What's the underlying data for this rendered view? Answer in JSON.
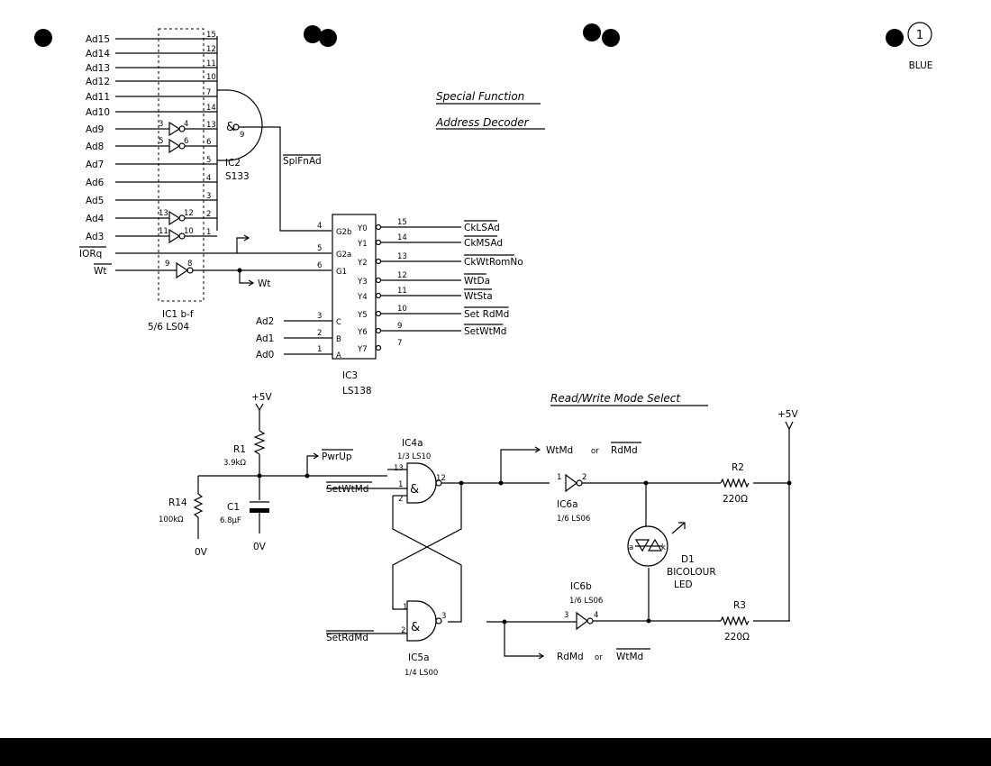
{
  "page": {
    "number": "1",
    "tag": "BLUE"
  },
  "titles": {
    "decoder_line1": "Special Function",
    "decoder_line2": "Address Decoder",
    "mode_select": "Read/Write Mode Select"
  },
  "ic1": {
    "name": "IC1 b-f",
    "type": "5/6 LS04"
  },
  "ic2": {
    "name": "IC2",
    "type": "S133",
    "symbol": "&",
    "out_pin": "9"
  },
  "ic3": {
    "name": "IC3",
    "type": "LS138"
  },
  "ic4a": {
    "name": "IC4a",
    "type": "1/3 LS10",
    "symbol": "&"
  },
  "ic5a": {
    "name": "IC5a",
    "type": "1/4 LS00",
    "symbol": "&"
  },
  "ic6a": {
    "name": "IC6a",
    "type": "1/6 LS06"
  },
  "ic6b": {
    "name": "IC6b",
    "type": "1/6 LS06"
  },
  "addr_inputs": [
    {
      "label": "Ad15",
      "pin": "15"
    },
    {
      "label": "Ad14",
      "pin": "12"
    },
    {
      "label": "Ad13",
      "pin": "11"
    },
    {
      "label": "Ad12",
      "pin": "10"
    },
    {
      "label": "Ad11",
      "pin": "7"
    },
    {
      "label": "Ad10",
      "pin": "14"
    },
    {
      "label": "Ad9",
      "pin": "13",
      "inv_in": "3",
      "inv_out": "4"
    },
    {
      "label": "Ad8",
      "pin": "6",
      "inv_in": "5",
      "inv_out": "6"
    },
    {
      "label": "Ad7",
      "pin": "5"
    },
    {
      "label": "Ad6",
      "pin": "4"
    },
    {
      "label": "Ad5",
      "pin": "3"
    },
    {
      "label": "Ad4",
      "pin": "2",
      "inv_in": "13",
      "inv_out": "12"
    },
    {
      "label": "Ad3",
      "pin": "1",
      "inv_in": "11",
      "inv_out": "10"
    }
  ],
  "control_inputs": {
    "iorq": "IORq",
    "wt": "Wt",
    "wt_inv_in": "9",
    "wt_inv_out": "8",
    "wt_out": "Wt"
  },
  "ic3_inputs": [
    {
      "pin": "4",
      "label": "G2b"
    },
    {
      "pin": "5",
      "label": "G2a"
    },
    {
      "pin": "6",
      "label": "G1"
    },
    {
      "pin": "3",
      "label": "C",
      "signal": "Ad2"
    },
    {
      "pin": "2",
      "label": "B",
      "signal": "Ad1"
    },
    {
      "pin": "1",
      "label": "A",
      "signal": "Ad0"
    }
  ],
  "ic3_outputs": [
    {
      "label": "Y0",
      "pin": "15",
      "signal": "CkLSAd"
    },
    {
      "label": "Y1",
      "pin": "14",
      "signal": "CkMSAd"
    },
    {
      "label": "Y2",
      "pin": "13",
      "signal": "CkWtRomNo"
    },
    {
      "label": "Y3",
      "pin": "12",
      "signal": "WtDa"
    },
    {
      "label": "Y4",
      "pin": "11",
      "signal": "WtSta"
    },
    {
      "label": "Y5",
      "pin": "10",
      "signal": "Set RdMd"
    },
    {
      "label": "Y6",
      "pin": "9",
      "signal": "SetWtMd"
    },
    {
      "label": "Y7",
      "pin": "7",
      "signal": ""
    }
  ],
  "signals": {
    "splfnad": "SplFnAd",
    "pwrup": "PwrUp",
    "setwtmd": "SetWtMd",
    "setrdmd": "SetRdMd",
    "wtmd_or_rdmd_a": "WtMd",
    "wtmd_or_rdmd_or": "or",
    "wtmd_or_rdmd_b": "RdMd",
    "rdmd_or_wtmd_a": "RdMd",
    "rdmd_or_wtmd_or": "or",
    "rdmd_or_wtmd_b": "WtMd"
  },
  "power": {
    "vcc_left": "+5V",
    "vcc_right": "+5V",
    "gnd_r14": "0V",
    "gnd_c1": "0V"
  },
  "components": {
    "r1": {
      "name": "R1",
      "value": "3.9kΩ"
    },
    "r14": {
      "name": "R14",
      "value": "100kΩ"
    },
    "c1": {
      "name": "C1",
      "value": "6.8µF"
    },
    "r2": {
      "name": "R2",
      "value": "220Ω"
    },
    "r3": {
      "name": "R3",
      "value": "220Ω"
    },
    "d1": {
      "name": "D1",
      "line2": "BICOLOUR",
      "line3": "LED",
      "anode": "a",
      "cathode": "k"
    }
  },
  "pins": {
    "ic4a_in1": "13",
    "ic4a_in2": "1",
    "ic4a_in3": "2",
    "ic4a_out": "12",
    "ic5a_in1": "1",
    "ic5a_in2": "2",
    "ic5a_out": "3",
    "ic6a_in": "1",
    "ic6a_out": "2",
    "ic6b_in": "3",
    "ic6b_out": "4"
  }
}
